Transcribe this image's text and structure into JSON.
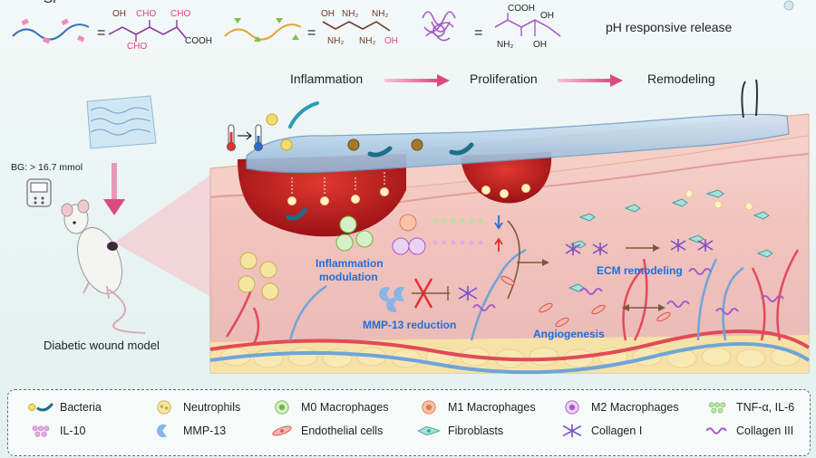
{
  "header": {
    "partial_label": "SF",
    "ph_release": "pH responsive release",
    "chem": {
      "ald": [
        "OH",
        "CHO",
        "CHO",
        "CHO",
        "COOH"
      ],
      "amine": [
        "OH",
        "NH₂",
        "NH₂",
        "NH₂",
        "NH₂",
        "OH"
      ],
      "acid": [
        "COOH",
        "OH",
        "NH₂",
        "OH"
      ],
      "equals": "="
    }
  },
  "stages": [
    "Inflammation",
    "Proliferation",
    "Remodeling"
  ],
  "left": {
    "bg_label": "BG: > 16.7 mmol",
    "model_label": "Diabetic wound model"
  },
  "annotations": {
    "inflammation_modulation": [
      "Inflammation",
      "modulation"
    ],
    "mmp_reduction": "MMP-13 reduction",
    "ecm_remodeling": "ECM remodeling",
    "angiogenesis": "Angiogenesis"
  },
  "legend": [
    {
      "icon": "bacteria-icon",
      "label": "Bacteria"
    },
    {
      "icon": "neutrophil-icon",
      "label": "Neutrophils"
    },
    {
      "icon": "m0-macrophage-icon",
      "label": "M0 Macrophages"
    },
    {
      "icon": "m1-macrophage-icon",
      "label": "M1 Macrophages"
    },
    {
      "icon": "m2-macrophage-icon",
      "label": "M2 Macrophages"
    },
    {
      "icon": "cytokine-icon",
      "label": "TNF-α, IL-6"
    },
    {
      "icon": "il10-icon",
      "label": "IL-10"
    },
    {
      "icon": "mmp13-icon",
      "label": "MMP-13"
    },
    {
      "icon": "endothelial-icon",
      "label": "Endothelial cells"
    },
    {
      "icon": "fibroblast-icon",
      "label": "Fibroblasts"
    },
    {
      "icon": "collagen1-icon",
      "label": "Collagen I"
    },
    {
      "icon": "collagen3-icon",
      "label": "Collagen III"
    }
  ],
  "colors": {
    "pink": "#e0457f",
    "blue_text": "#1e6fd9",
    "green": "#6fb83a",
    "purple": "#a55ac9",
    "wound_red": "#b4161b",
    "skin": "#f2c9c0",
    "gel_blue": "#a9c6e0"
  }
}
